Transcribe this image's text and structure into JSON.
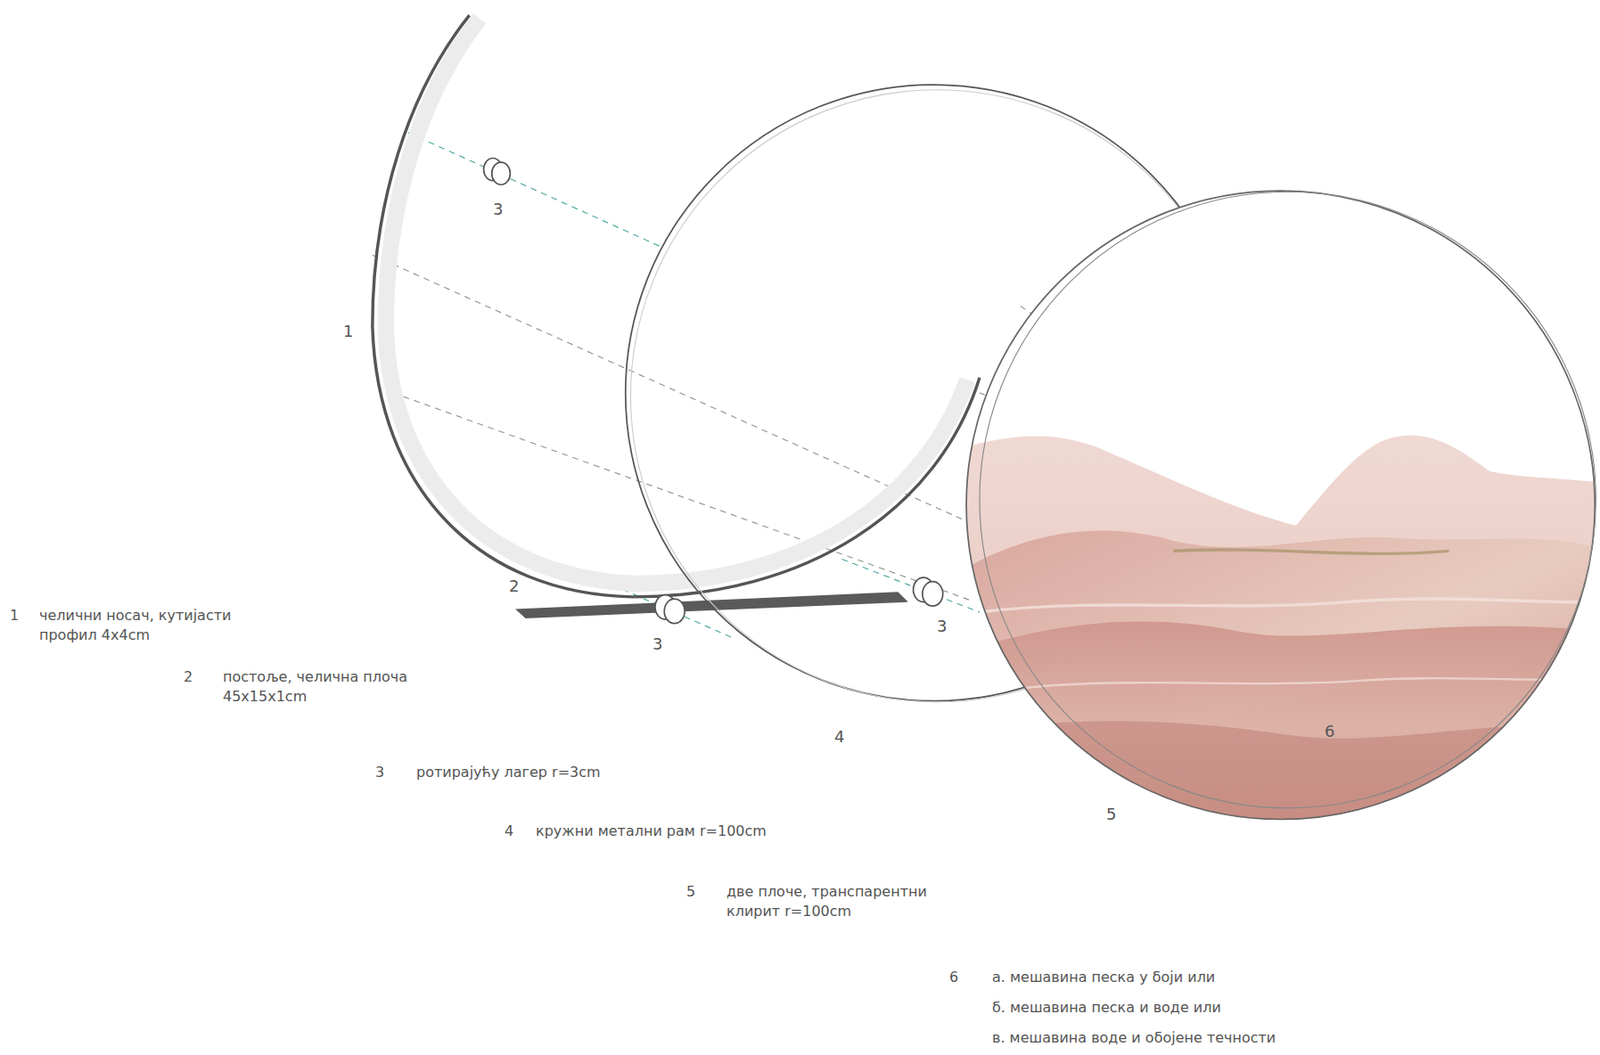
{
  "diagram": {
    "labels": [
      "3",
      "1",
      "2",
      "3",
      "3",
      "4",
      "5",
      "6",
      "1",
      "челични носач, кутијасти профил 4x4cm",
      "2",
      "постоље, челична плоча 45x15x1cm",
      "3",
      "ротирајућу лагер r=3cm",
      "4",
      "кружни метални рам r=100cm",
      "5",
      "две плоче, транспарентни клирит r=100cm",
      "6",
      "а. мешавина песка у боји или",
      "б. мешавина песка и воде или",
      "в. мешавина воде и обојене течности"
    ]
  }
}
